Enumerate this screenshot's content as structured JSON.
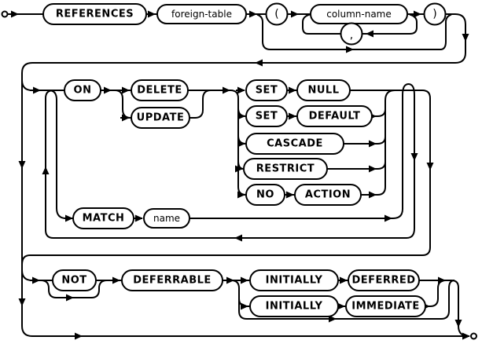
{
  "diagram": {
    "kind": "railroad-syntax-diagram",
    "clause": "foreign-key REFERENCES clause"
  },
  "nodes": {
    "references": "REFERENCES",
    "foreign_table": "foreign-table",
    "open_paren": "(",
    "column_name": "column-name",
    "close_paren": ")",
    "comma": ",",
    "on": "ON",
    "delete": "DELETE",
    "update": "UPDATE",
    "set1": "SET",
    "null": "NULL",
    "set2": "SET",
    "default": "DEFAULT",
    "cascade": "CASCADE",
    "restrict": "RESTRICT",
    "no": "NO",
    "action": "ACTION",
    "match": "MATCH",
    "name": "name",
    "not": "NOT",
    "deferrable": "DEFERRABLE",
    "initially1": "INITIALLY",
    "deferred": "DEFERRED",
    "initially2": "INITIALLY",
    "immediate": "IMMEDIATE"
  }
}
